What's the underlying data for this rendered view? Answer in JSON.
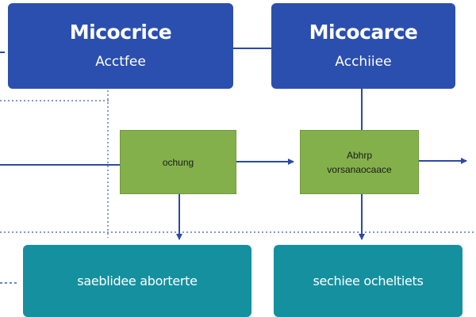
{
  "diagram": {
    "top_left": {
      "title": "Micocrice",
      "subtitle": "Acctfee"
    },
    "top_right": {
      "title": "Micocarce",
      "subtitle": "Acchiiee"
    },
    "mid_left": {
      "label": "ochung"
    },
    "mid_right": {
      "line1": "Abhrp",
      "line2": "vorsanaocaace"
    },
    "bottom_left": {
      "label": "saeblidee aborterte"
    },
    "bottom_right": {
      "label": "sechiee ocheltiets"
    }
  },
  "colors": {
    "blue": "#2b4fae",
    "green": "#84b04c",
    "teal": "#15909f",
    "connector": "#2a4aa8"
  }
}
